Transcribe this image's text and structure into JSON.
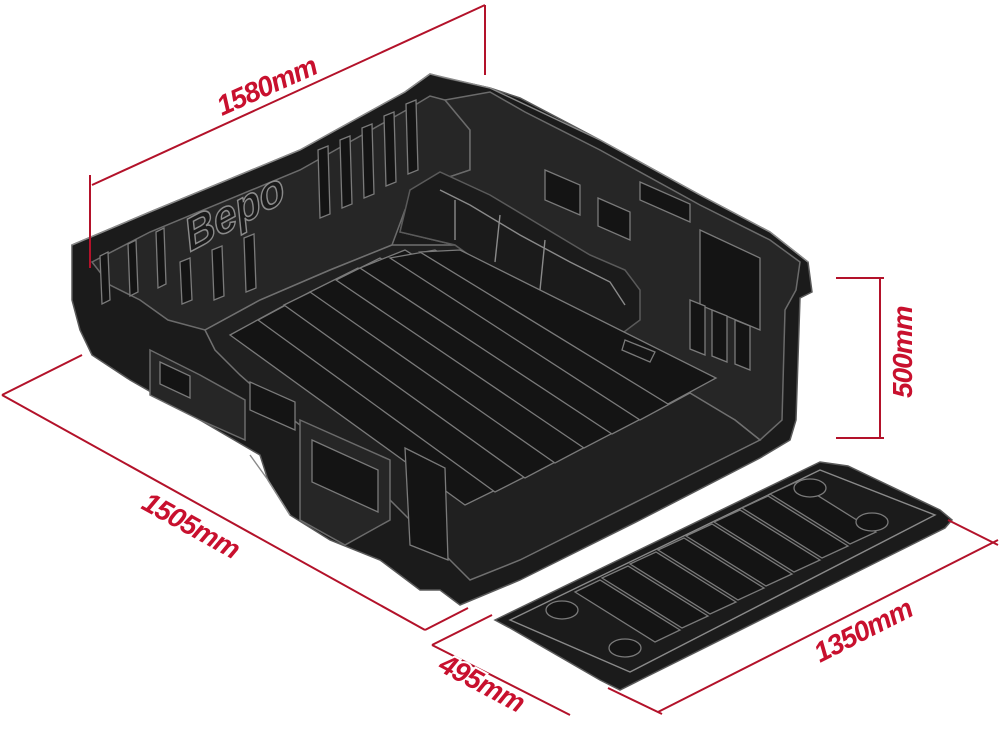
{
  "product": {
    "logo_text": "Bepo"
  },
  "dimensions": {
    "bed_length": "1580mm",
    "bed_width": "1505mm",
    "bed_height": "500mm",
    "tailgate_width": "1350mm",
    "tailgate_depth": "495mm"
  },
  "colors": {
    "dimension_red": "#c8102e",
    "liner_black": "#1b1b1b"
  }
}
